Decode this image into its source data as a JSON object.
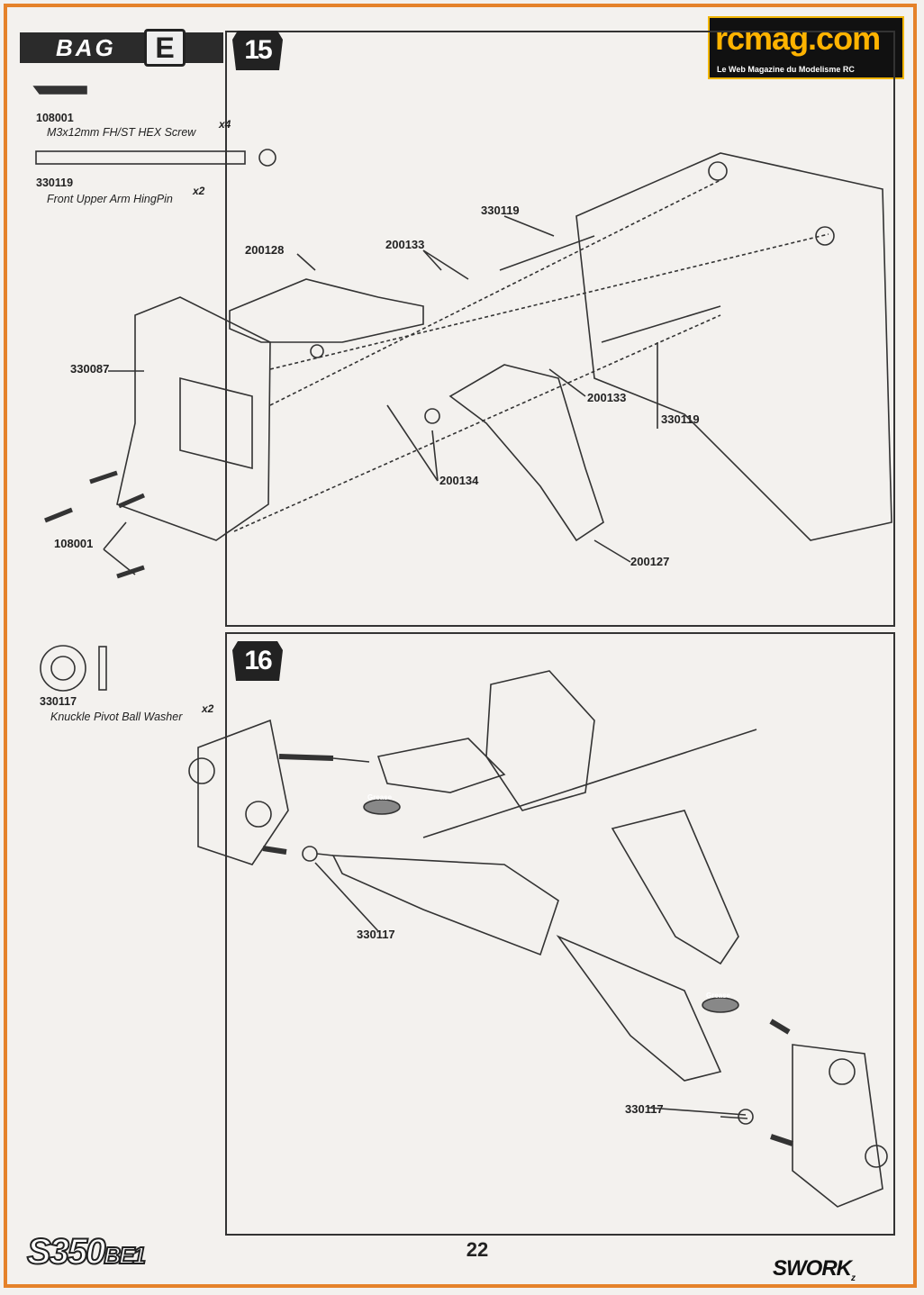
{
  "header": {
    "bag_label": "BAG",
    "bag_letter": "E",
    "brand": "rcmag.com",
    "brand_tagline": "Le Web Magazine du Modelisme RC"
  },
  "step15": {
    "number": "15",
    "parts": [
      {
        "part": "108001",
        "desc": "M3x12mm FH/ST HEX Screw",
        "qty": "x4"
      },
      {
        "part": "330119",
        "desc": "Front Upper Arm HingPin",
        "qty": "x2"
      }
    ],
    "callouts": {
      "c330119_top": "330119",
      "c200128": "200128",
      "c200133_top": "200133",
      "c330087": "330087",
      "c200133_mid": "200133",
      "c330119_mid": "330119",
      "c200134": "200134",
      "c108001": "108001",
      "c200127": "200127"
    }
  },
  "step16": {
    "number": "16",
    "parts": [
      {
        "part": "330117",
        "desc": "Knuckle Pivot Ball Washer",
        "qty": "x2"
      }
    ],
    "grease_label": "Grease",
    "callouts": {
      "c330117_left": "330117",
      "c330117_right": "330117"
    }
  },
  "footer": {
    "page_number": "22",
    "model": "S350",
    "model_version": "BE1",
    "maker": "SWORK",
    "maker_suffix": "z"
  }
}
